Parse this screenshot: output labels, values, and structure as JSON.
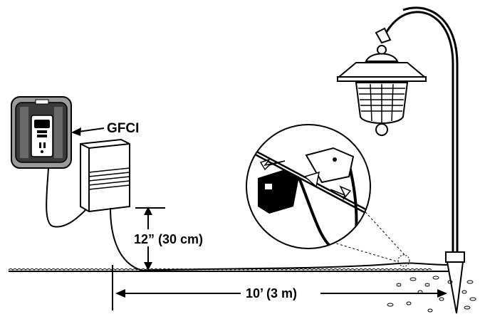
{
  "labels": {
    "gfci": "GFCI",
    "height": "12” (30 cm)",
    "distance": "10’ (3 m)"
  },
  "colors": {
    "ink": "#000000",
    "outlet_grey": "#9a9a9a",
    "outlet_dark": "#3a3a3a",
    "background": "#ffffff"
  },
  "icons": [
    "gfci-outlet-icon",
    "transformer-icon",
    "lantern-icon",
    "connector-detail-icon"
  ]
}
